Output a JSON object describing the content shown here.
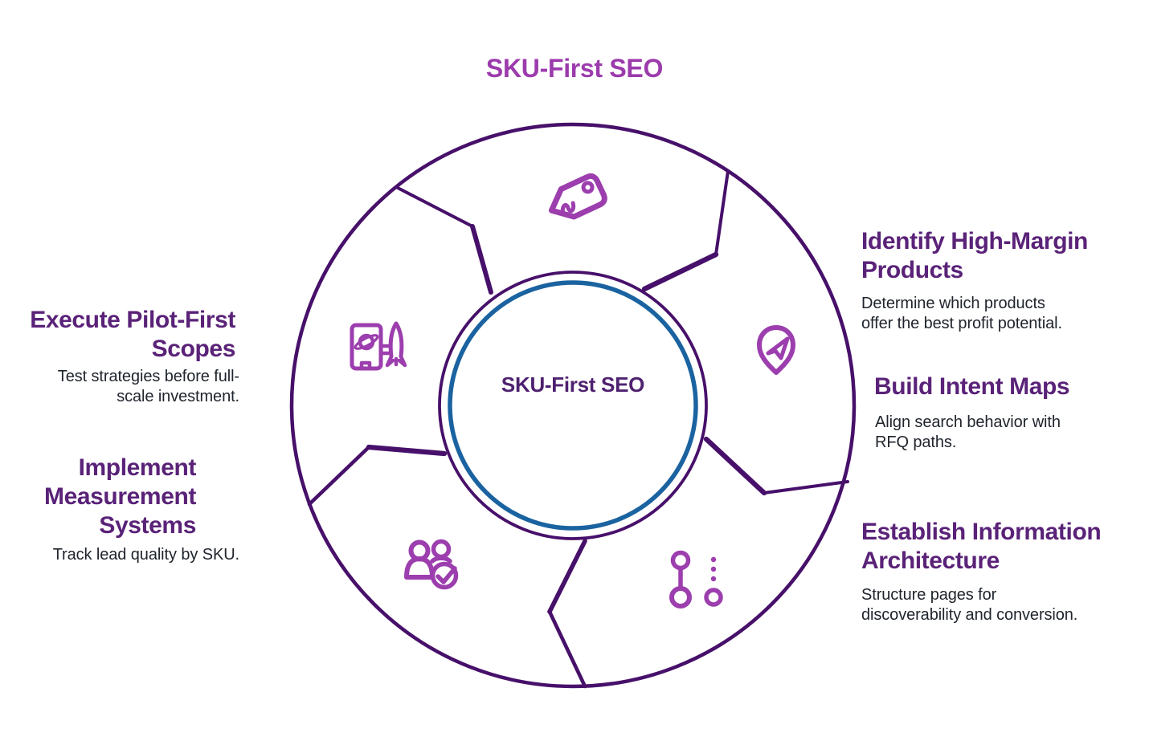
{
  "page": {
    "heading": "SKU-First SEO",
    "background": "#ffffff"
  },
  "wheel": {
    "center_label": "SKU-First SEO",
    "segment_count": 5,
    "segment_icons": [
      "price-tag-icon",
      "location-send-icon",
      "flow-nodes-icon",
      "people-check-icon",
      "document-rocket-icon"
    ]
  },
  "callouts": [
    {
      "id": "identify-high-margin-products",
      "side": "right",
      "title": "Identify High-Margin Products",
      "title_lines": [
        "Identify High-Margin",
        "Products"
      ],
      "description": "Determine which products offer the best profit potential.",
      "description_lines": [
        "Determine which products",
        "offer the best profit potential."
      ]
    },
    {
      "id": "build-intent-maps",
      "side": "right",
      "title": "Build Intent Maps",
      "title_lines": [
        "Build Intent Maps"
      ],
      "description": "Align search behavior with RFQ paths.",
      "description_lines": [
        "Align search behavior with",
        "RFQ paths."
      ]
    },
    {
      "id": "establish-information-architecture",
      "side": "right",
      "title": "Establish Information Architecture",
      "title_lines": [
        "Establish Information",
        "Architecture"
      ],
      "description": "Structure pages for discoverability and conversion.",
      "description_lines": [
        "Structure pages for",
        "discoverability and conversion."
      ]
    },
    {
      "id": "execute-pilot-first-scopes",
      "side": "left",
      "title": "Execute Pilot-First Scopes",
      "title_lines": [
        "Execute Pilot-First",
        "Scopes"
      ],
      "description": "Test strategies before full-scale investment.",
      "description_lines": [
        "Test strategies before full-",
        "scale investment."
      ]
    },
    {
      "id": "implement-measurement-systems",
      "side": "left",
      "title": "Implement Measurement Systems",
      "title_lines": [
        "Implement",
        "Measurement",
        "Systems"
      ],
      "description": "Track lead quality by SKU.",
      "description_lines": [
        "Track lead quality by SKU."
      ]
    }
  ],
  "colors": {
    "title_magenta": "#9c3bac",
    "heading_purple": "#5a2278",
    "center_text_purple": "#4e2170",
    "body_text": "#20252d",
    "wheel_outline": "#47106a",
    "icon_magenta": "#9c3eae",
    "inner_ring_blue": "#1a63a0"
  }
}
